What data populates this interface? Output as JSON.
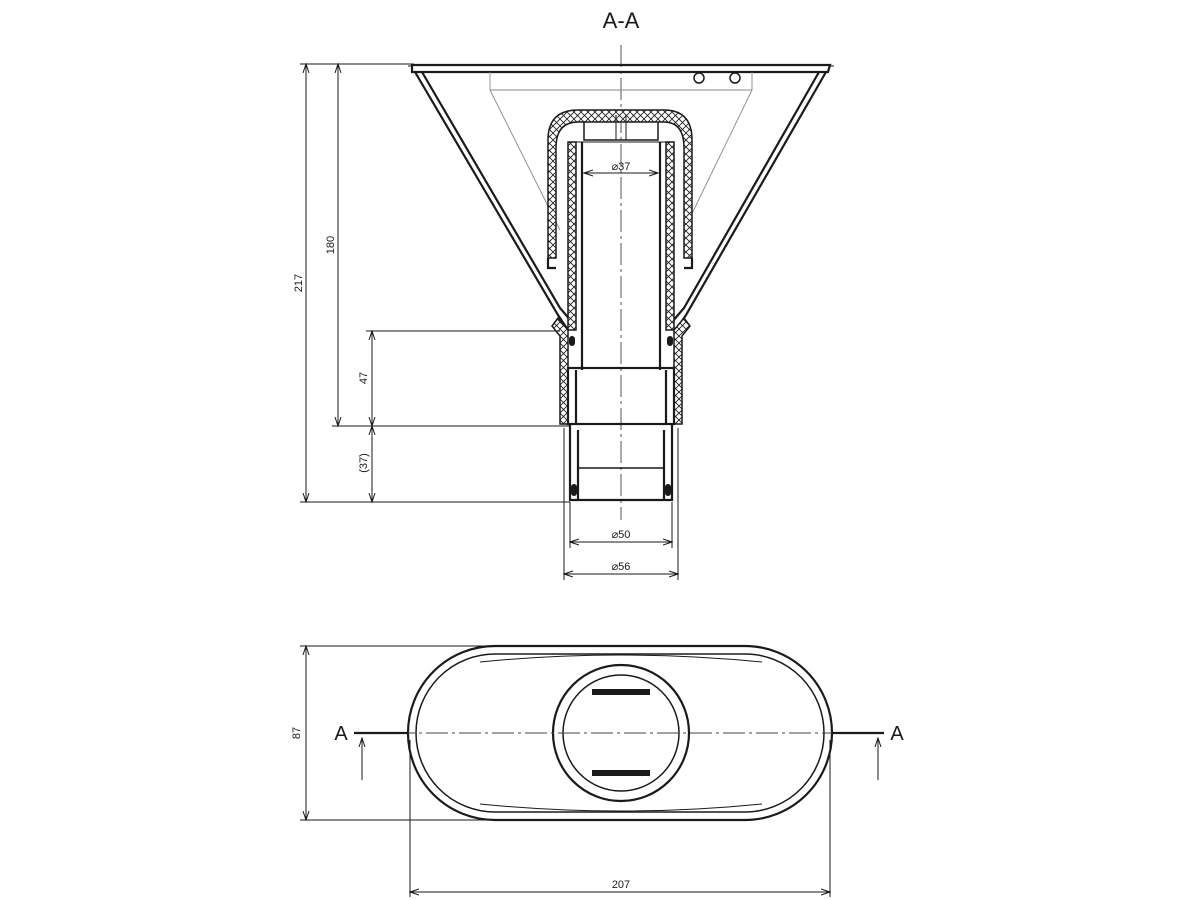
{
  "section_title": "A-A",
  "dimensions": {
    "height_total": "217",
    "height_funnel": "180",
    "height_socket": "47",
    "height_spigot": "(37)",
    "diameter_inner": "⌀37",
    "diameter_outer_pipe": "⌀50",
    "diameter_socket": "⌀56",
    "width_top": "207",
    "depth_top": "87"
  },
  "section_markers": {
    "left": "A",
    "right": "A"
  },
  "colors": {
    "line": "#1a1a1a",
    "background": "#ffffff"
  }
}
